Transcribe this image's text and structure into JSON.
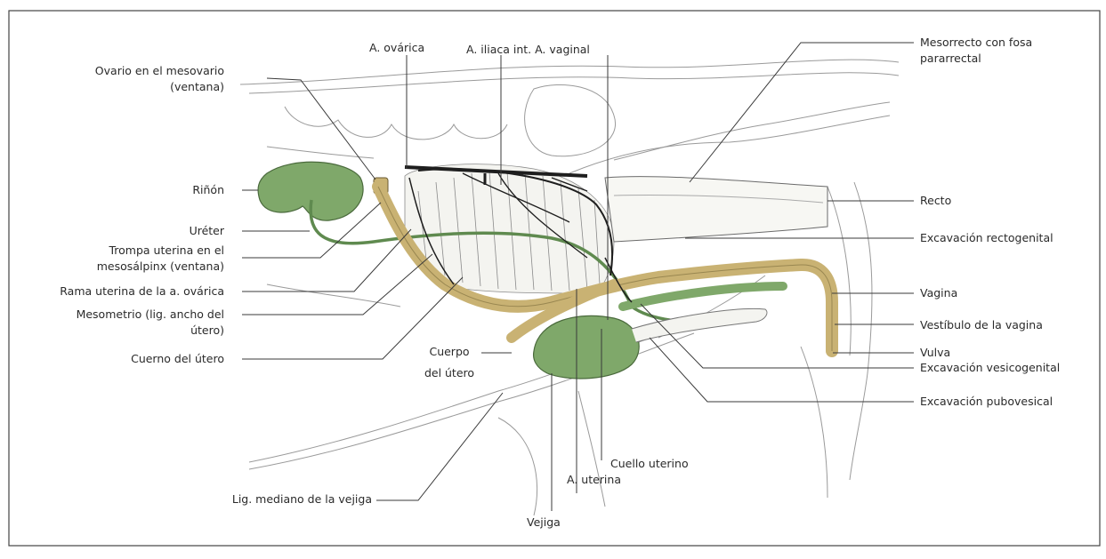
{
  "labels": {
    "ovario": "Ovario en el mesovario",
    "ovario2": "(ventana)",
    "rinon": "Riñón",
    "ureter": "Uréter",
    "trompa": "Trompa uterina en el",
    "trompa2": "mesosálpinx (ventana)",
    "rama": "Rama uterina de la a. ovárica",
    "mesometrio": "Mesometrio (lig. ancho del",
    "mesometrio2": "útero)",
    "cuerno": "Cuerno del útero",
    "a_ovarica": "A. ovárica",
    "a_iliaca": "A. iliaca int. A. vaginal",
    "cuerpo": "Cuerpo",
    "cuerpo2": "del útero",
    "cuello": "Cuello uterino",
    "a_uterina": "A. uterina",
    "lig_mediano": "Lig. mediano de la vejiga",
    "vejiga": "Vejiga",
    "mesorrecto": "Mesorrecto con fosa",
    "mesorrecto2": "pararrectal",
    "recto": "Recto",
    "exc_recto": "Excavación rectogenital",
    "vagina": "Vagina",
    "vestibulo": "Vestíbulo de la vagina",
    "vulva": "Vulva",
    "exc_vesico": "Excavación vesicogenital",
    "exc_pubo": "Excavación pubovesical"
  },
  "colors": {
    "organ_green": "#7fa86a",
    "tract_yellow": "#c9b273",
    "vessel": "#1e1e1e",
    "leader": "#3a3a3a",
    "sketch": "#8a8a8a"
  }
}
